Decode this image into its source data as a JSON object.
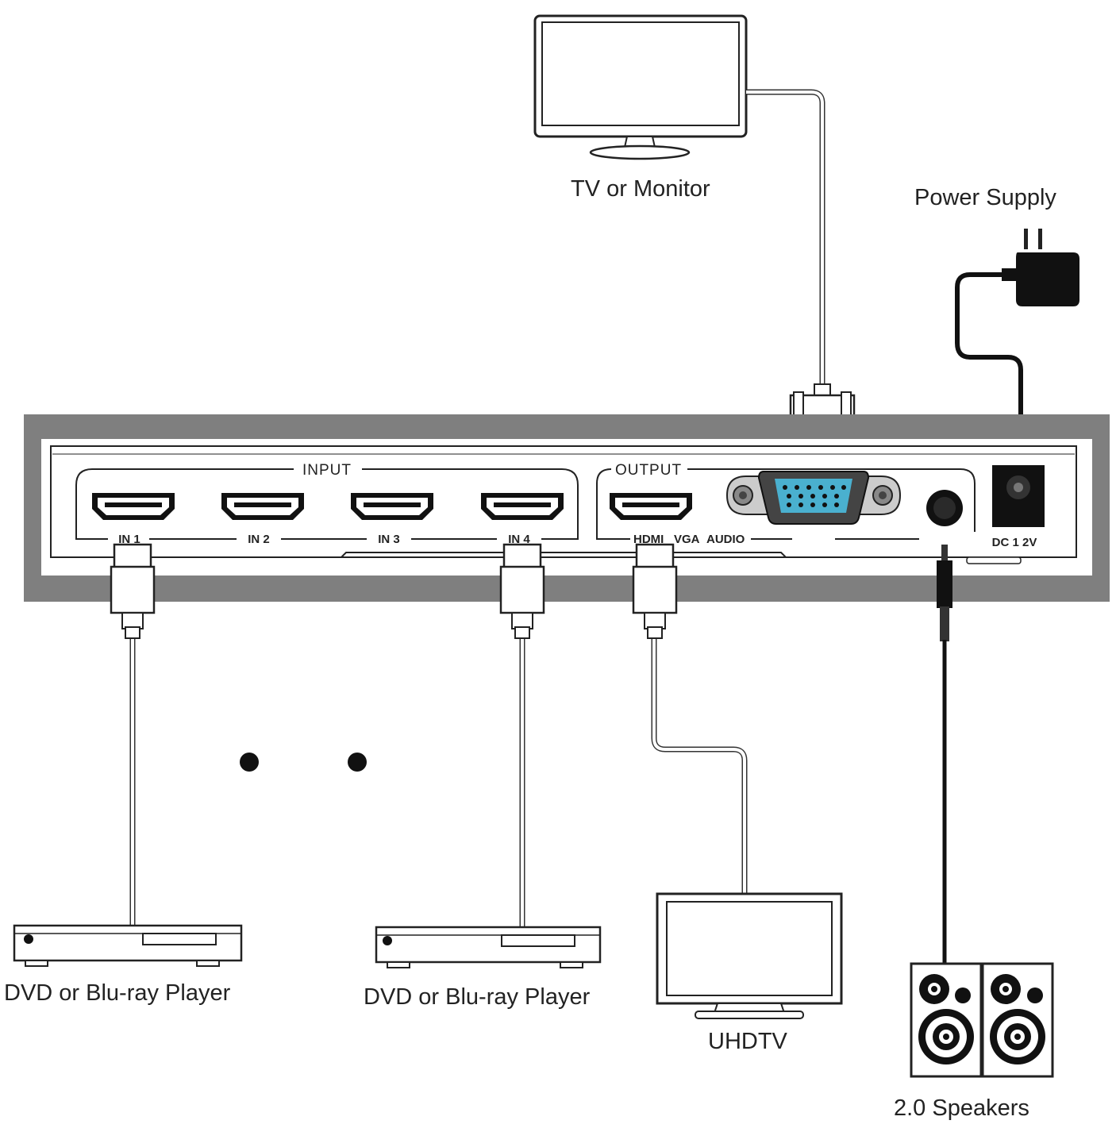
{
  "labels": {
    "tv_monitor": "TV or Monitor",
    "power_supply": "Power Supply",
    "dvd_player_1": "DVD or Blu-ray Player",
    "dvd_player_2": "DVD or Blu-ray Player",
    "uhdtv": "UHDTV",
    "speakers": "2.0 Speakers"
  },
  "panel": {
    "input_title": "INPUT",
    "output_title": "OUTPUT",
    "in1": "IN 1",
    "in2": "IN 2",
    "in3": "IN 3",
    "in4": "IN 4",
    "hdmi": "HDMI",
    "vga": "VGA",
    "audio": "AUDIO",
    "dc": "DC 1 2V"
  }
}
